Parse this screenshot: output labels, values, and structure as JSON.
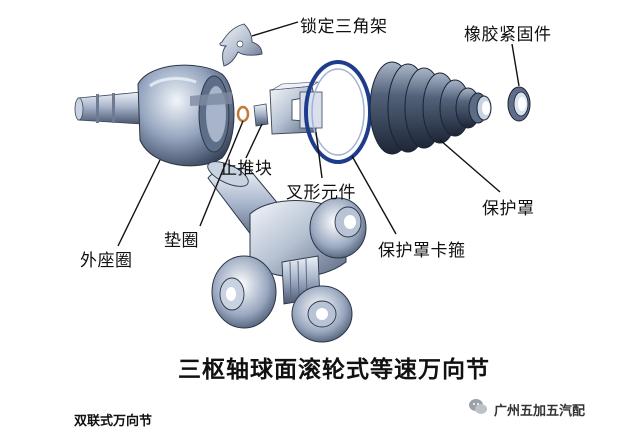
{
  "diagram": {
    "title": "三枢轴球面滚轮式等速万向节",
    "labels": {
      "tripod_lock": "锁定三角架",
      "rubber_clamp": "橡胶紧固件",
      "stop_block": "止推块",
      "fork_element": "叉形元件",
      "protective_boot": "保护罩",
      "gasket": "垫圈",
      "outer_race": "外座圈",
      "boot_clamp": "保护罩卡箍"
    }
  },
  "caption": "双联式万向节",
  "watermark": {
    "text": "广州五加五汽配",
    "icon": "wechat-icon"
  },
  "colors": {
    "metal_dark": "#3f4f66",
    "metal_mid": "#8a9ab5",
    "metal_light": "#d7e0ee",
    "ring_blue": "#1e3c8c",
    "leader": "#111111"
  }
}
